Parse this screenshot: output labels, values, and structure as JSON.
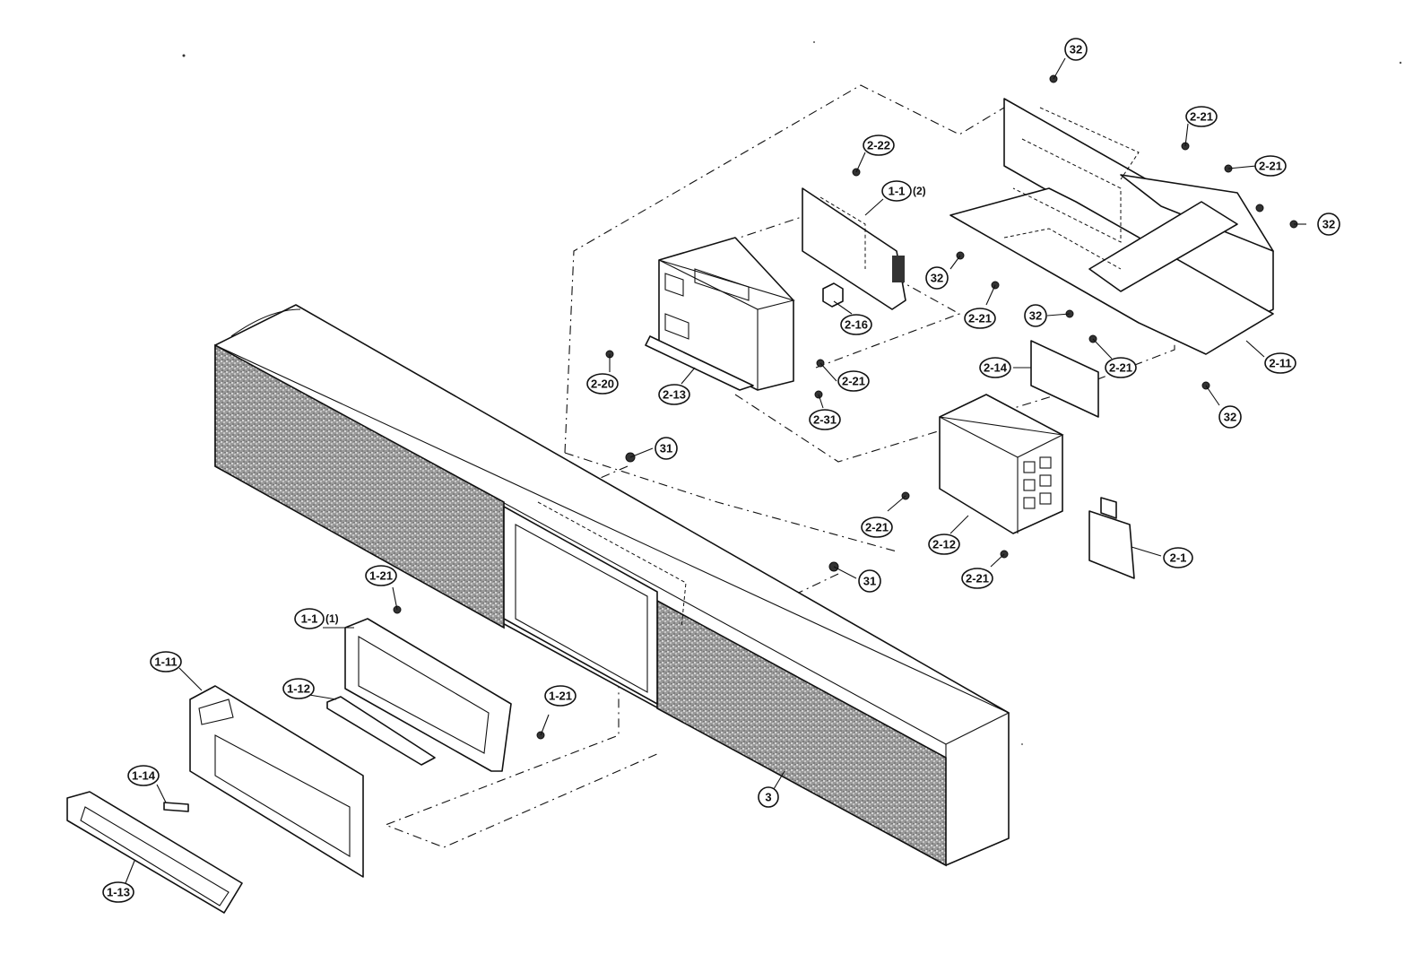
{
  "colors": {
    "line": "#111111",
    "background": "#ffffff",
    "grille": "#8a8a8a"
  },
  "callouts": [
    {
      "id": "c-32-top",
      "label": "32"
    },
    {
      "id": "c-2-21-a",
      "label": "2-21"
    },
    {
      "id": "c-2-21-b",
      "label": "2-21"
    },
    {
      "id": "c-32-right",
      "label": "32"
    },
    {
      "id": "c-2-22",
      "label": "2-22"
    },
    {
      "id": "c-1-1-2",
      "label": "1-1",
      "suffix": "(2)"
    },
    {
      "id": "c-32-mid",
      "label": "32"
    },
    {
      "id": "c-2-21-c",
      "label": "2-21"
    },
    {
      "id": "c-32-scr",
      "label": "32"
    },
    {
      "id": "c-2-16",
      "label": "2-16"
    },
    {
      "id": "c-2-21-d",
      "label": "2-21"
    },
    {
      "id": "c-2-11",
      "label": "2-11"
    },
    {
      "id": "c-2-14",
      "label": "2-14"
    },
    {
      "id": "c-2-20",
      "label": "2-20"
    },
    {
      "id": "c-2-13",
      "label": "2-13"
    },
    {
      "id": "c-2-21-e",
      "label": "2-21"
    },
    {
      "id": "c-2-31",
      "label": "2-31"
    },
    {
      "id": "c-32-low",
      "label": "32"
    },
    {
      "id": "c-31-a",
      "label": "31"
    },
    {
      "id": "c-2-21-f",
      "label": "2-21"
    },
    {
      "id": "c-2-12",
      "label": "2-12"
    },
    {
      "id": "c-2-1",
      "label": "2-1"
    },
    {
      "id": "c-2-21-g",
      "label": "2-21"
    },
    {
      "id": "c-31-b",
      "label": "31"
    },
    {
      "id": "c-1-21-a",
      "label": "1-21"
    },
    {
      "id": "c-1-1-1",
      "label": "1-1",
      "suffix": "(1)"
    },
    {
      "id": "c-1-11",
      "label": "1-11"
    },
    {
      "id": "c-1-12",
      "label": "1-12"
    },
    {
      "id": "c-1-21-b",
      "label": "1-21"
    },
    {
      "id": "c-1-14",
      "label": "1-14"
    },
    {
      "id": "c-3",
      "label": "3"
    },
    {
      "id": "c-1-13",
      "label": "1-13"
    }
  ]
}
